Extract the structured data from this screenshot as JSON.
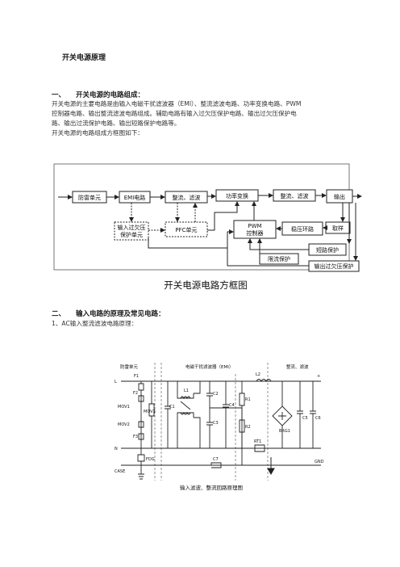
{
  "doc": {
    "title": "开关电源原理",
    "s1": {
      "heading_num": "一、",
      "heading_text": "开关电源的电路组成：",
      "para_lines": [
        "开关电源的主要电路是由输入电磁干扰滤波器（EMI）、整流滤波电路、功率变换电路、PWM",
        "控制器电路、输出整流滤波电路组成。辅助电路有输入过欠压保护电路、输出过欠压保护电",
        "路、输出过流保护电路、输出短路保护电路等。",
        "开关电源的电路组成方框图如下："
      ]
    },
    "block_diagram": {
      "blocks": {
        "anti_surge": "防雷单元",
        "emi": "EMI电路",
        "rect1": "整流、滤波",
        "power_conv": "功率变换",
        "rect2": "整流、滤波",
        "output": "输出",
        "in_protect_1": "输入过欠压",
        "in_protect_2": "保护单元",
        "pfc": "PFC单元",
        "pwm_1": "PWM",
        "pwm_2": "控制器",
        "stab": "稳压环路",
        "sample": "取样",
        "short": "短路保护",
        "current_limit": "限流保护",
        "out_protect": "输出过欠压保护"
      },
      "caption": "开关电源电路方框图"
    },
    "s2": {
      "heading_num": "二、",
      "heading_text": "输入电路的原理及常见电路：",
      "sub": "1、AC输入整流滤波电路原理："
    },
    "schematic": {
      "sections": {
        "anti_surge": "防雷单元",
        "emi": "电磁干扰滤波器（EMI）",
        "rect": "整流、滤波"
      },
      "labels": {
        "F1": "F1",
        "F2": "F2",
        "F3": "F3",
        "FDG": "FDG",
        "MOV1": "MOV1",
        "MOV2": "MOV2",
        "MOV3": "MOV3",
        "L1": "L1",
        "L2": "L2",
        "C1": "C1",
        "C2": "C2",
        "C3": "C3",
        "C4": "C4",
        "C5": "C5",
        "C6": "C6",
        "C7": "C7",
        "R1": "R1",
        "R2": "R2",
        "RT1": "RT1",
        "BRG1": "BRG1",
        "L": "L",
        "N": "N",
        "CASE": "CASE",
        "GND": "GND",
        "plus": "+"
      },
      "caption": "输入滤波、整流回路原理图"
    }
  }
}
